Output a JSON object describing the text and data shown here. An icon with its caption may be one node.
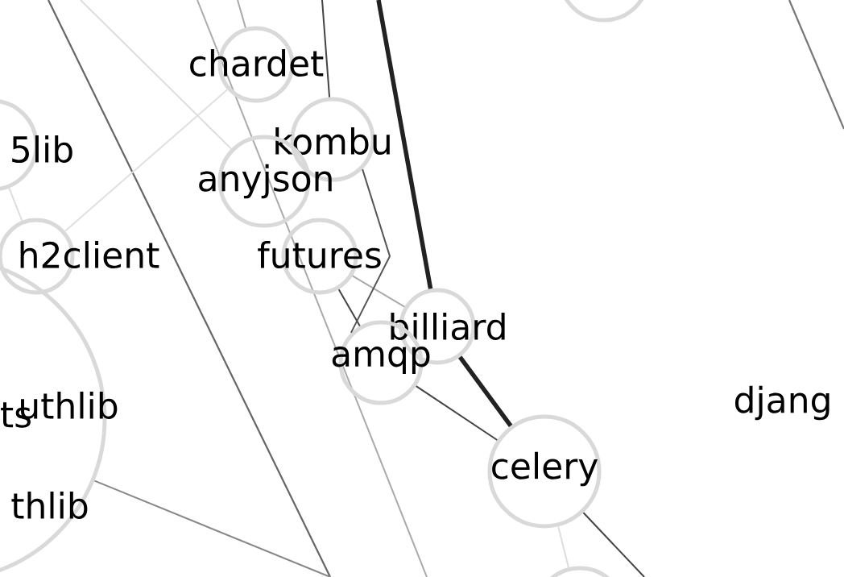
{
  "diagram": {
    "nodes": [
      {
        "text": [
          "chardet"
        ]
      },
      {
        "text": [
          "kombu"
        ]
      },
      {
        "text": [
          "anyjson"
        ]
      },
      {
        "text": [
          "futures"
        ]
      },
      {
        "text": [
          "billiard"
        ]
      },
      {
        "text": [
          "amqp"
        ]
      },
      {
        "text": [
          "celery"
        ]
      },
      {
        "text": [
          "5lib"
        ]
      },
      {
        "text": [
          "h2client"
        ]
      },
      {
        "text": [
          "ts"
        ]
      },
      {
        "text": [],
        "shape": "circle"
      },
      {
        "text": [],
        "shape": "circle"
      }
    ],
    "edges": [
      {
        "from": 4,
        "to": null,
        "arrow": "none",
        "style": "thick",
        "color": "#222222"
      },
      {
        "from": 1,
        "to": null,
        "arrow": "none"
      },
      {
        "from": 0,
        "to": null,
        "arrow": "none",
        "color": "#aaaaaa"
      },
      {
        "from": 6,
        "to": 4,
        "arrow": "none",
        "style": "thick",
        "color": "#222222"
      },
      {
        "from": 6,
        "to": 5,
        "arrow": "none"
      },
      {
        "from": 5,
        "to": 3,
        "arrow": "none"
      },
      {
        "from": 4,
        "to": 3,
        "arrow": "none",
        "color": "#aaaaaa"
      },
      {
        "from": 6,
        "to": 11,
        "arrow": "none",
        "color": "#dddddd"
      },
      {
        "from": 6,
        "to": null,
        "arrow": "none"
      },
      {
        "from": 0,
        "to": 8,
        "arrow": "none",
        "color": "#e0e0e0"
      },
      {
        "from": 7,
        "to": 8,
        "arrow": "none",
        "color": "#dddddd"
      },
      {
        "from": 9,
        "to": null,
        "arrow": "none",
        "color": "#888888"
      },
      {
        "from": 2,
        "to": null,
        "arrow": "none",
        "color": "#dddddd"
      },
      {
        "from": 5,
        "to": 1,
        "arrow": "none",
        "color": "#555555"
      }
    ],
    "labels": [
      "uthlib",
      "thlib",
      "djang"
    ]
  }
}
